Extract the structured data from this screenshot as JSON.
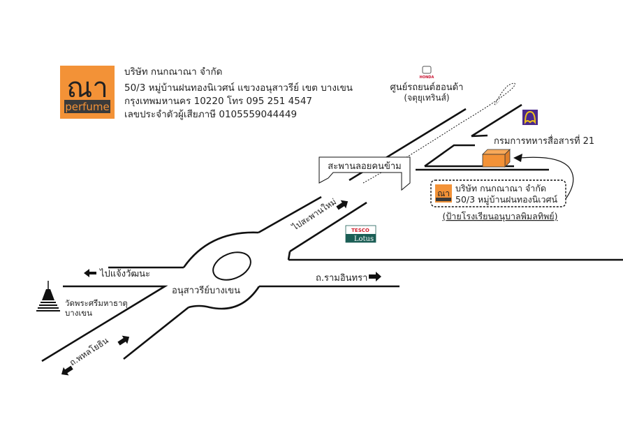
{
  "company": {
    "logo_text": "ณา",
    "logo_sub": "perfume",
    "name": "บริษัท กนกณาณา จำกัด",
    "address_line1": "50/3 หมู่บ้านฝนทองนิเวศน์ แขวงอนุสาวรีย์ เขต บางเขน",
    "address_line2": "กรุงเทพมหานคร 10220 โทร 095 251 4547",
    "tax_id_line": "เลขประจำตัวผู้เสียภาษี 0105559044449",
    "brand_color": "#f39237"
  },
  "landmarks": {
    "honda_logo": "HONDA",
    "honda_name": "ศูนย์รถยนต์ฮอนด้า",
    "honda_branch": "(จตุยุเทรินส์)",
    "bank_icon": "scb-bank-icon",
    "bank_color": "#4b2a8c",
    "military": "กรมการทหารสื่อสารที่ 21",
    "footbridge": "สะพานลอยคนข้าม",
    "tesco_top": "TESCO",
    "tesco_bottom": "Lotus",
    "temple_name": "วัดพระศรีมหาธาตุ",
    "temple_area": "บางเขน",
    "monument": "อนุสาวรีย์บางเขน"
  },
  "callout": {
    "logo_text": "ณา",
    "logo_sub": "perfume",
    "line1": "บริษัท กนกณาณา จำกัด",
    "line2": "50/3 หมู่บ้านฝนทองนิเวศน์",
    "sign_note": "(ป้ายโรงเรียนอนุบาลพิมลทิพย์)"
  },
  "directions": {
    "to_saphan_mai": "ไปสะพานใหม่",
    "to_chaeng_watthana": "ไปแจ้งวัฒนะ",
    "ram_inthra": "ถ.รามอินทรา",
    "phahonyothin": "ถ.พหลโยธิน"
  }
}
